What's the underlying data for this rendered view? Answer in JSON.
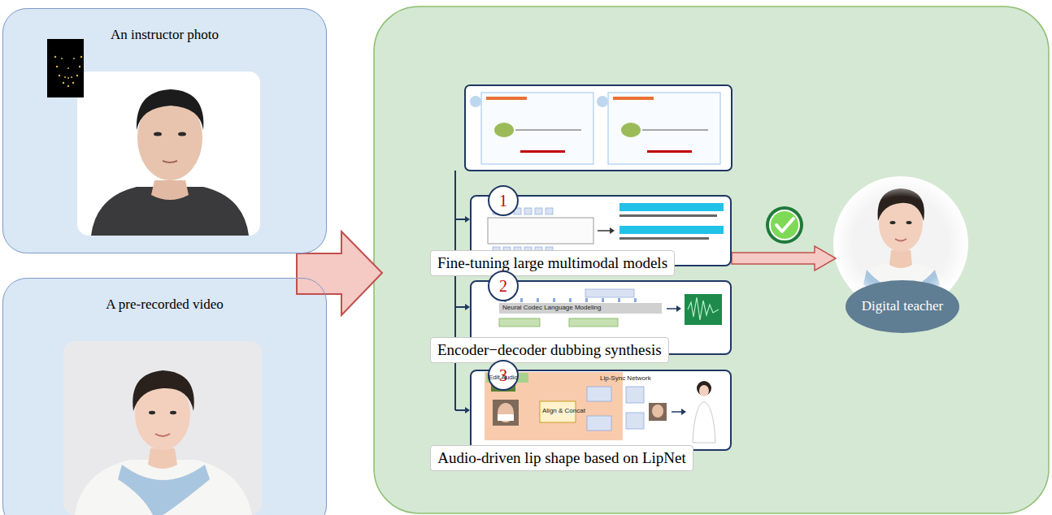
{
  "diagram": {
    "nodes": [
      {
        "text": [
          "An instructor photo"
        ]
      },
      {
        "text": [
          "A pre-recorded video"
        ]
      },
      {
        "text": [
          "1",
          "Fine-tuning large multimodal models"
        ]
      },
      {
        "text": [
          "2",
          "Encoder−decoder dubbing synthesis"
        ]
      },
      {
        "text": [
          "3",
          "Audio-driven lip shape based on LipNet"
        ]
      },
      {
        "text": [
          "Digital teacher"
        ]
      }
    ],
    "edges": [
      {
        "from": 2,
        "to": 5,
        "arrow": "to"
      }
    ],
    "labels": [
      "Neural Codec Language Modeling",
      "Edit Audio",
      "Lip-Sync Network",
      "Align & Concat"
    ]
  }
}
